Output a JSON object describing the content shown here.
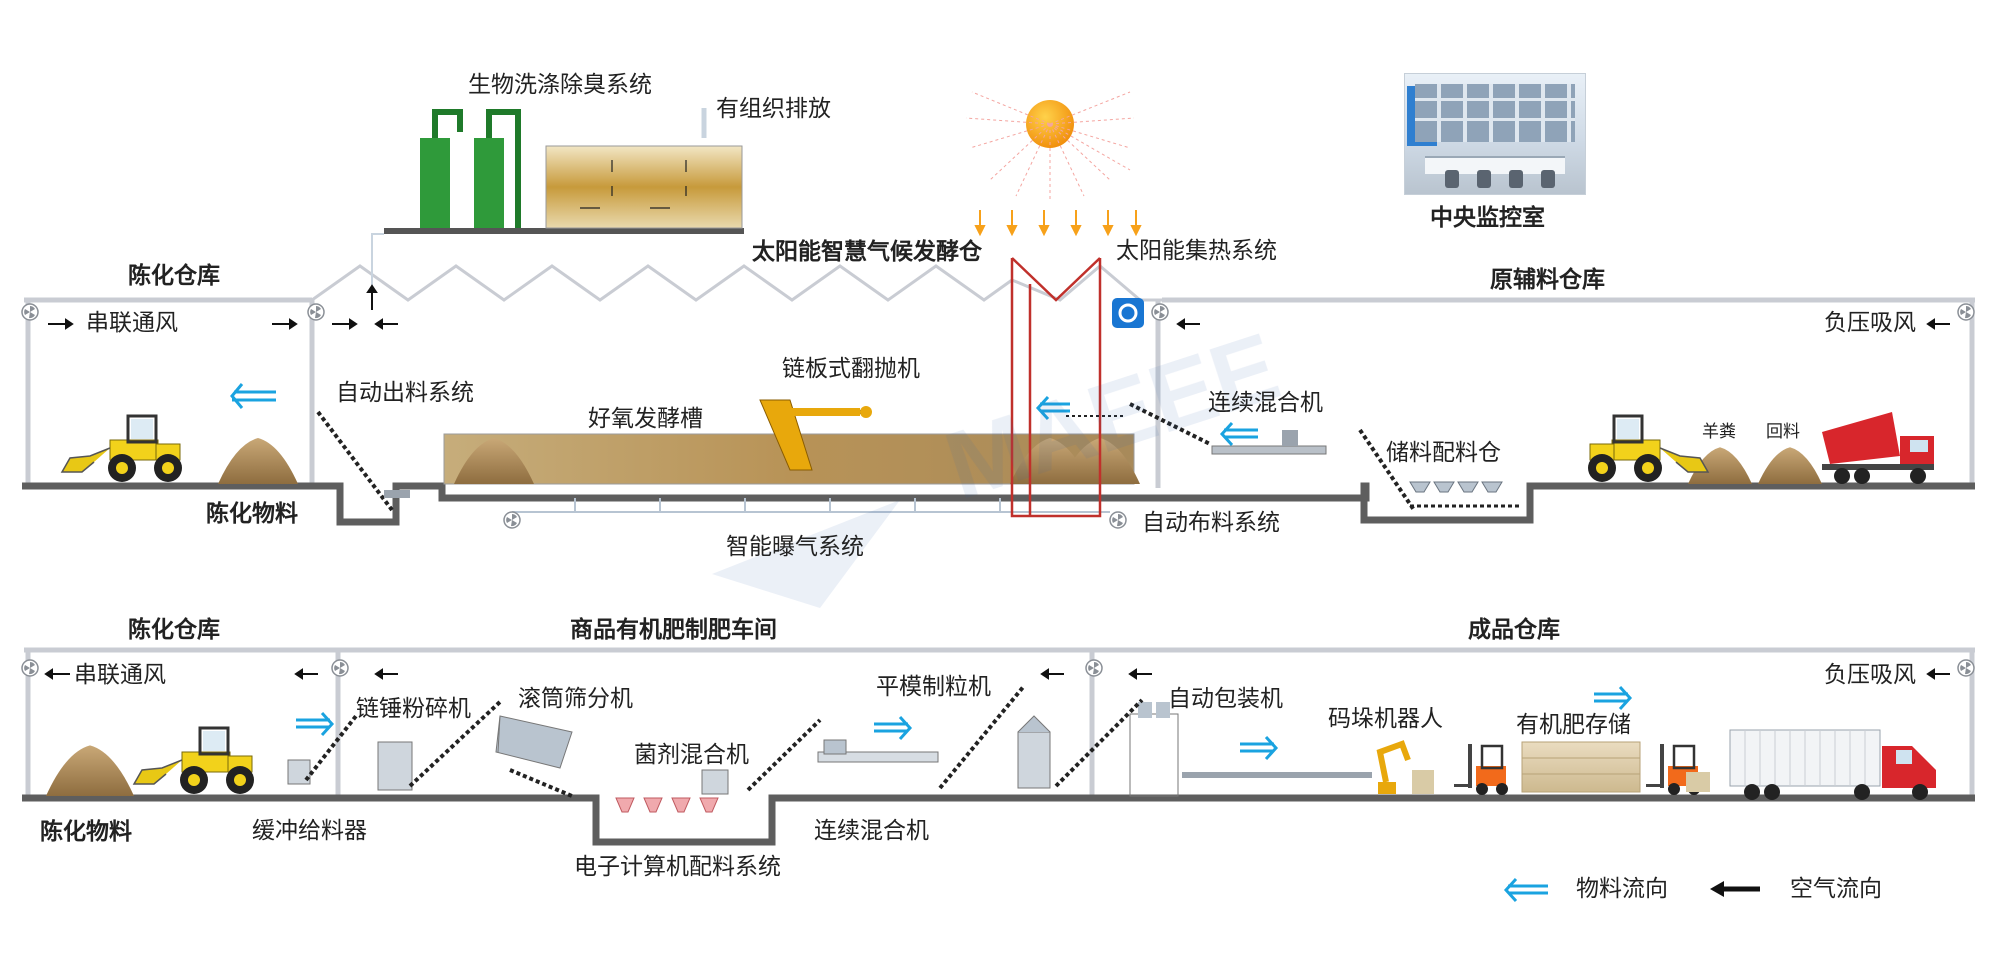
{
  "labels": {
    "bio_deodorize": "生物洗涤除臭系统",
    "organized_emission": "有组织排放",
    "solar_ferment": "太阳能智慧气候发酵仓",
    "solar_heat": "太阳能集热系统",
    "control_room": "中央监控室",
    "aging_store_top": "陈化仓库",
    "raw_store": "原辅料仓库",
    "series_vent_top": "串联通风",
    "neg_suction_top": "负压吸风",
    "auto_discharge": "自动出料系统",
    "chain_turner": "链板式翻抛机",
    "aerobic_tank": "好氧发酵槽",
    "cont_mixer_top": "连续混合机",
    "storage_bin": "储料配料仓",
    "sheep_manure": "羊粪",
    "return_material": "回料",
    "aging_material_top": "陈化物料",
    "aeration": "智能曝气系统",
    "auto_distribute": "自动布料系统",
    "aging_store_bottom": "陈化仓库",
    "workshop": "商品有机肥制肥车间",
    "finished_store": "成品仓库",
    "series_vent_bottom": "串联通风",
    "neg_suction_bottom": "负压吸风",
    "hammer_crusher": "链锤粉碎机",
    "drum_screen": "滚筒筛分机",
    "bacteria_mixer": "菌剂混合机",
    "flat_die": "平模制粒机",
    "auto_pack": "自动包装机",
    "palletizer": "码垛机器人",
    "fert_storage": "有机肥存储",
    "aging_material_bottom": "陈化物料",
    "buffer_feeder": "缓冲给料器",
    "cont_mixer_bottom": "连续混合机",
    "batching": "电子计算机配料系统",
    "legend_material": "物料流向",
    "legend_air": "空气流向"
  },
  "colors": {
    "material_arrow": "#1aa3e0",
    "air_arrow": "#111111",
    "sun": "#f7a11a",
    "floor": "#5e5e5e",
    "building": "#c9ccd3",
    "solar_frame": "#c0302b",
    "loader": "#f2d21b",
    "truck_red": "#d8262c",
    "scrubber": "#2f9a3a",
    "compost": "#b08d57"
  },
  "icons": [
    "sun-icon",
    "fan-icon",
    "loader-icon",
    "truck-icon",
    "forklift-icon",
    "robot-arm-icon",
    "scrubber-icon",
    "container-truck-icon"
  ]
}
